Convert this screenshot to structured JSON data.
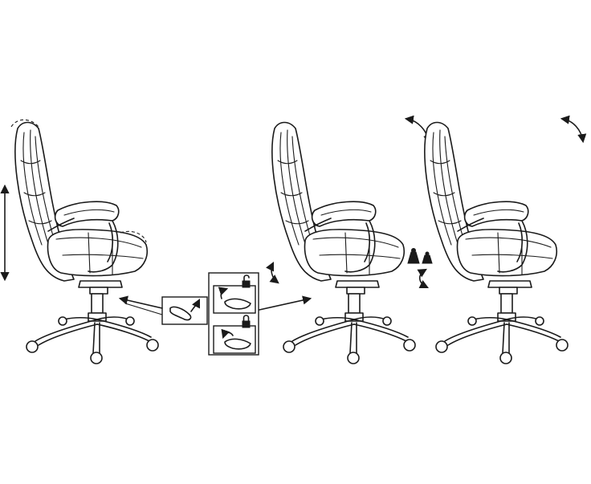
{
  "colors": {
    "line": "#1a1a1a",
    "background": "#ffffff"
  },
  "figures": [
    {
      "name": "chair-height-adjustment",
      "icons": [
        "vertical-double-arrow-icon",
        "dashed-recline-outline",
        "lever-hand-icon"
      ]
    },
    {
      "name": "chair-tilt-lock",
      "icons": [
        "unlock-icon",
        "lock-icon",
        "seat-curve-arrow-icon"
      ]
    },
    {
      "name": "chair-tension-adjustment",
      "icons": [
        "weight-icon",
        "curved-double-arrow-icon"
      ]
    }
  ]
}
